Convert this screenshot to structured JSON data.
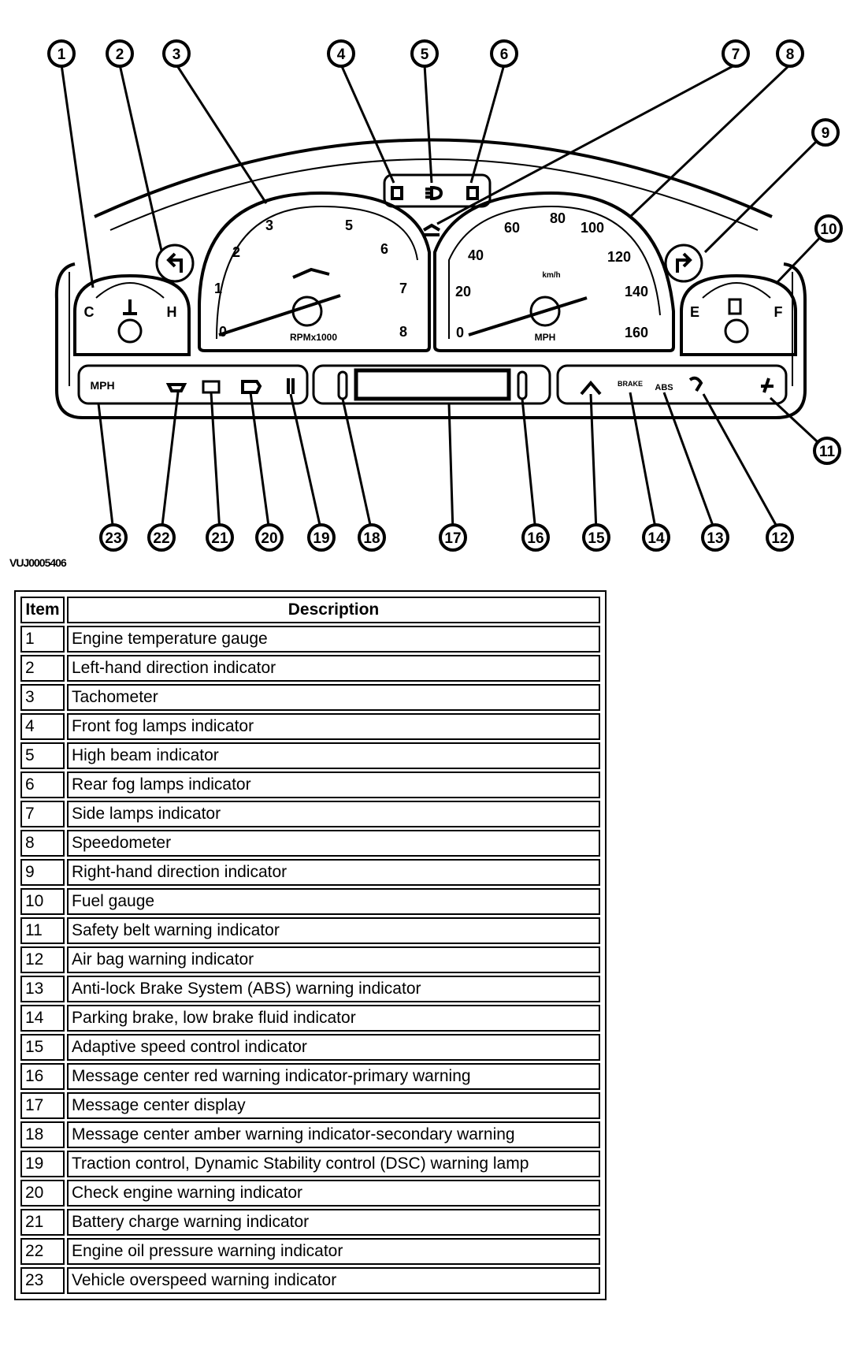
{
  "figure_code": "VUJ0005406",
  "table": {
    "headers": {
      "item": "Item",
      "description": "Description"
    },
    "rows": [
      {
        "item": "1",
        "description": "Engine temperature gauge"
      },
      {
        "item": "2",
        "description": "Left-hand direction indicator"
      },
      {
        "item": "3",
        "description": "Tachometer"
      },
      {
        "item": "4",
        "description": "Front fog lamps indicator"
      },
      {
        "item": "5",
        "description": "High beam indicator"
      },
      {
        "item": "6",
        "description": "Rear fog lamps indicator"
      },
      {
        "item": "7",
        "description": "Side lamps indicator"
      },
      {
        "item": "8",
        "description": "Speedometer"
      },
      {
        "item": "9",
        "description": "Right-hand direction indicator"
      },
      {
        "item": "10",
        "description": "Fuel gauge"
      },
      {
        "item": "11",
        "description": "Safety belt warning indicator"
      },
      {
        "item": "12",
        "description": "Air bag warning indicator"
      },
      {
        "item": "13",
        "description": "Anti-lock Brake System (ABS) warning indicator"
      },
      {
        "item": "14",
        "description": "Parking brake, low brake fluid indicator"
      },
      {
        "item": "15",
        "description": "Adaptive speed control indicator"
      },
      {
        "item": "16",
        "description": "Message center red warning indicator-primary warning"
      },
      {
        "item": "17",
        "description": "Message center display"
      },
      {
        "item": "18",
        "description": "Message center amber warning indicator-secondary warning"
      },
      {
        "item": "19",
        "description": "Traction control, Dynamic Stability control (DSC) warning lamp"
      },
      {
        "item": "20",
        "description": "Check engine warning indicator"
      },
      {
        "item": "21",
        "description": "Battery charge warning indicator"
      },
      {
        "item": "22",
        "description": "Engine oil pressure warning indicator"
      },
      {
        "item": "23",
        "description": "Vehicle overspeed warning indicator"
      }
    ]
  },
  "callouts_top": [
    "1",
    "2",
    "3",
    "4",
    "5",
    "6",
    "7",
    "8",
    "9",
    "10",
    "11"
  ],
  "callouts_bottom": [
    "23",
    "22",
    "21",
    "20",
    "19",
    "18",
    "17",
    "16",
    "15",
    "14",
    "13",
    "12"
  ],
  "gauges": {
    "temp": {
      "cold": "C",
      "hot": "H"
    },
    "tach": {
      "ticks": [
        "0",
        "1",
        "2",
        "3",
        "5",
        "6",
        "7",
        "8"
      ],
      "unit": "RPMx1000"
    },
    "speedo": {
      "ticks": [
        "0",
        "20",
        "40",
        "60",
        "80",
        "100",
        "120",
        "140",
        "160"
      ],
      "unit": "MPH",
      "sub_unit": "km/h"
    },
    "fuel": {
      "empty": "E",
      "full": "F"
    },
    "overspeed_label": "MPH",
    "brake_label": "BRAKE",
    "abs_label": "ABS"
  }
}
